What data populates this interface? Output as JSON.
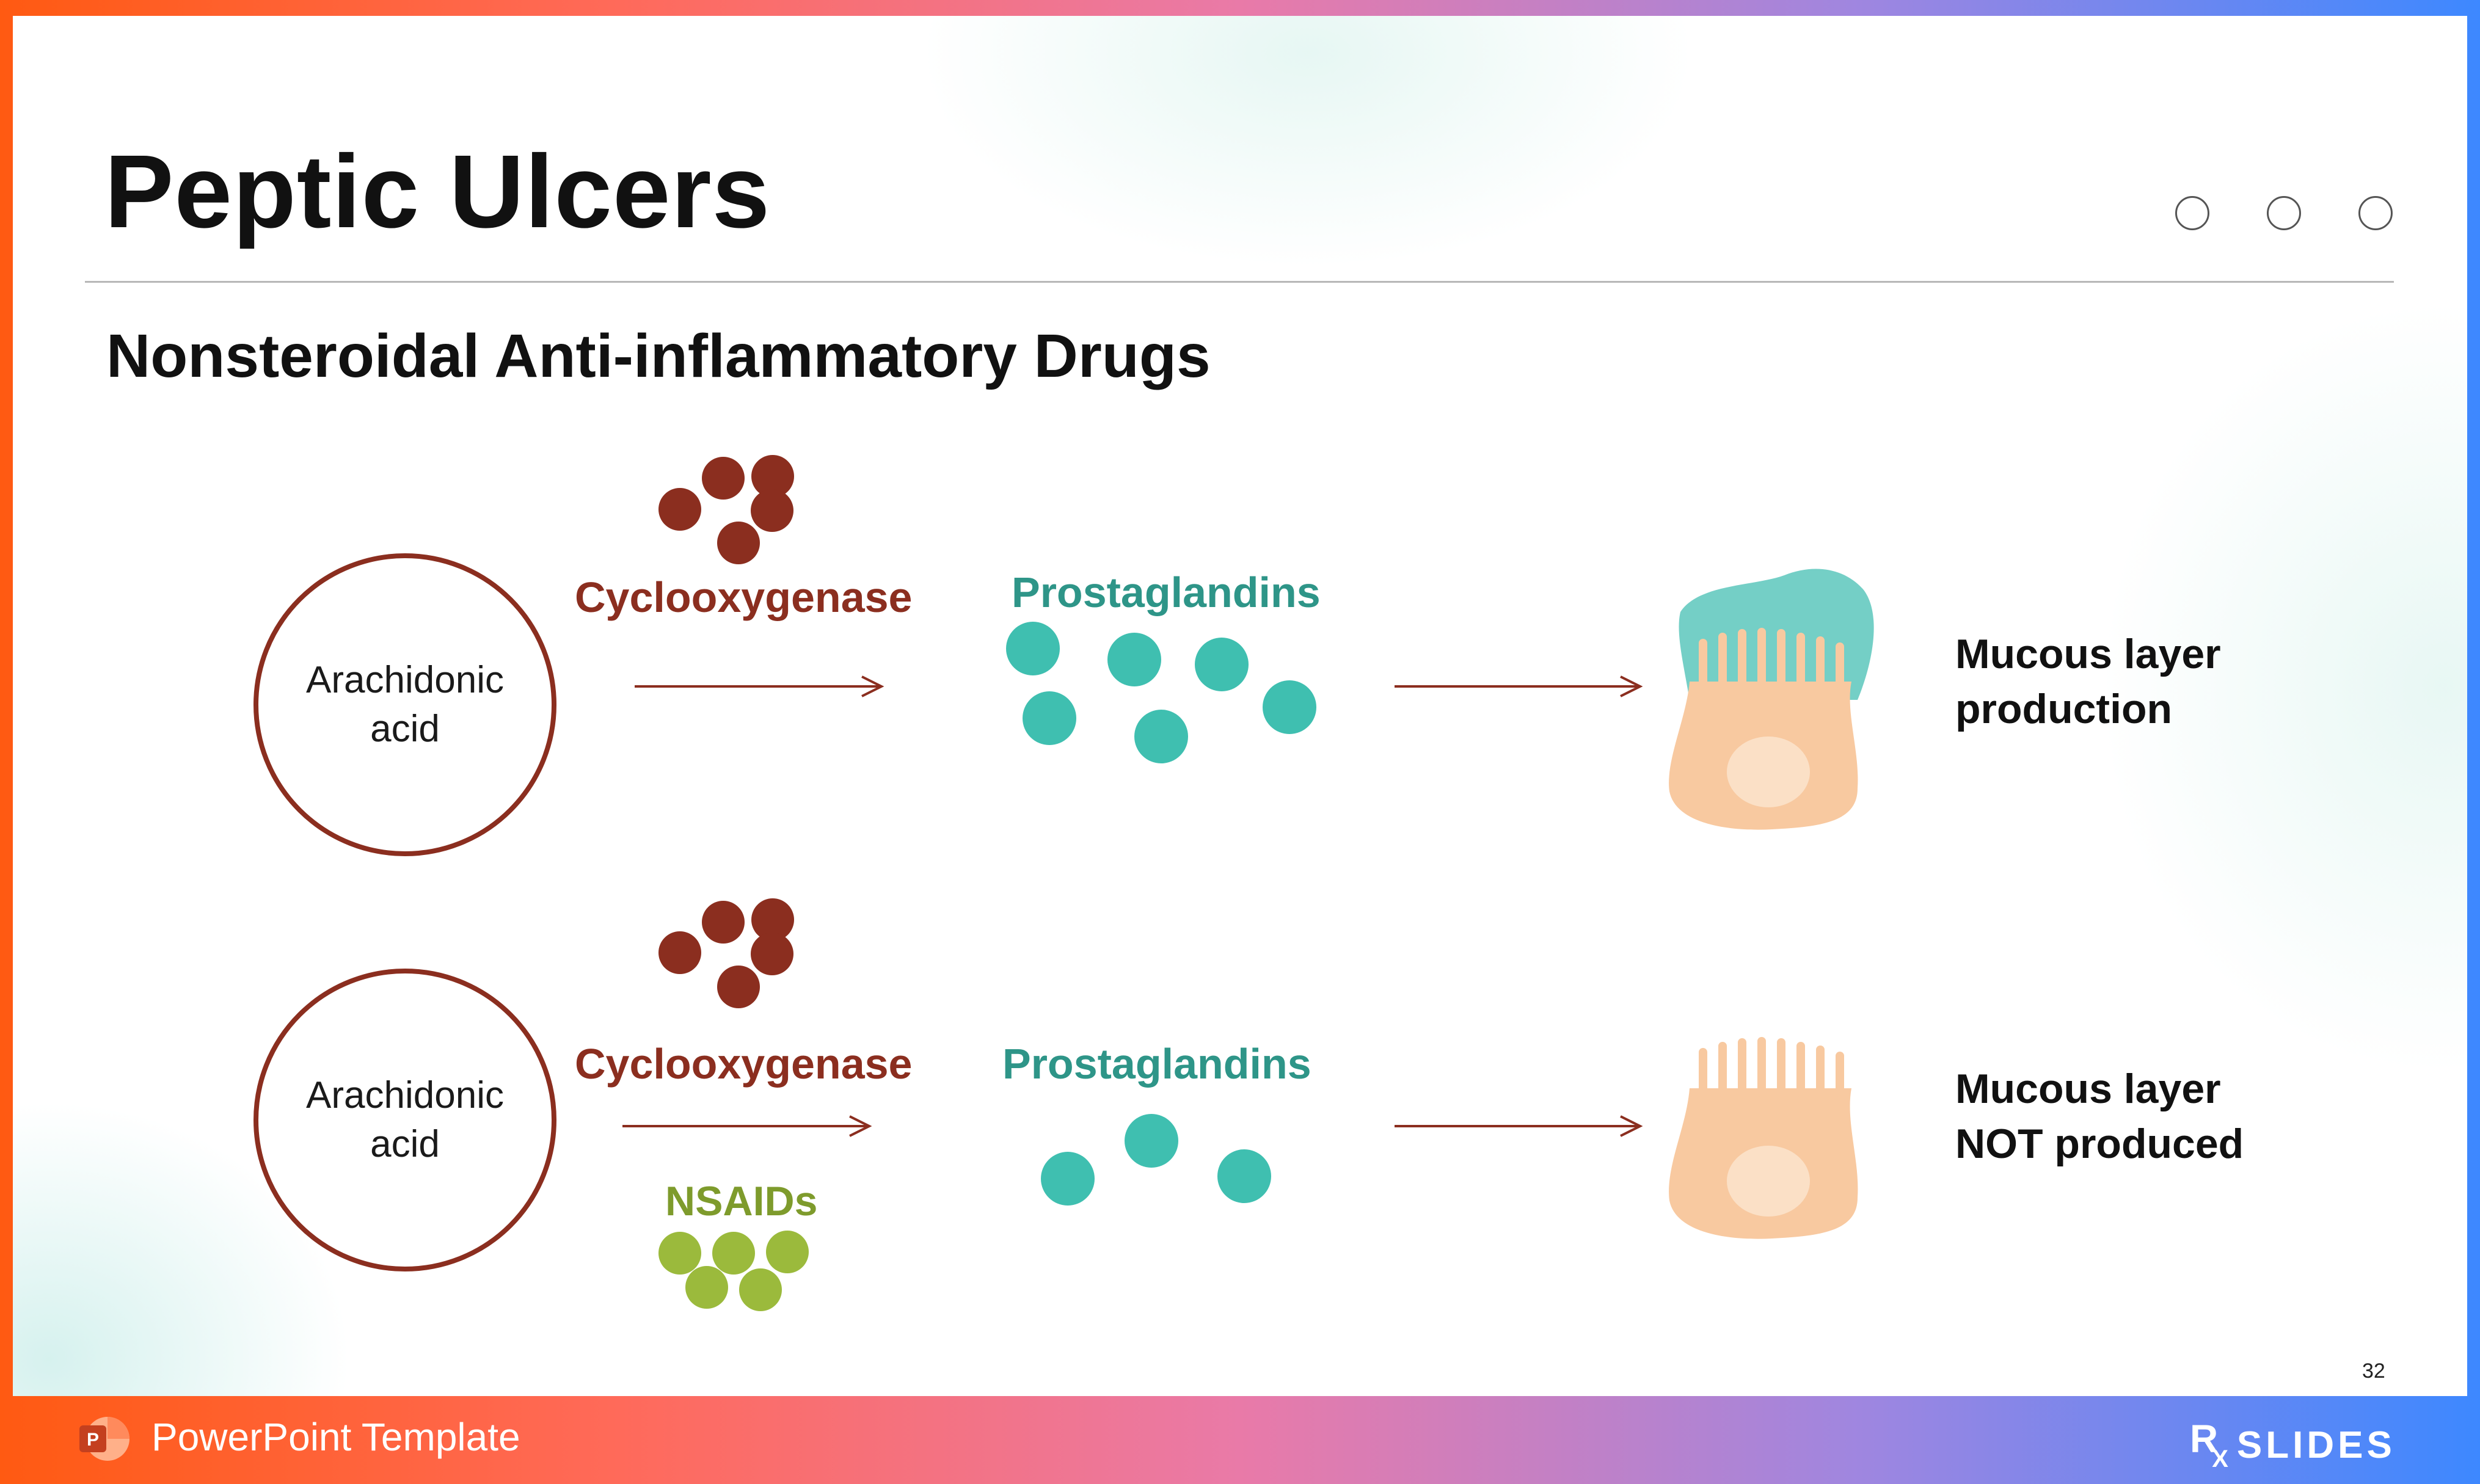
{
  "slide": {
    "title": "Peptic Ulcers",
    "subtitle": "Nonsteroidal Anti-inflammatory Drugs",
    "page_number": "32"
  },
  "nav_dots_count": 3,
  "colors": {
    "enzyme": "#8b2e1f",
    "prostaglandin": "#3fbfb0",
    "prostaglandin_text": "#2e9588",
    "nsaid": "#9bba3c",
    "nsaid_text": "#7e9b2c",
    "cell_body": "#f8c9a0",
    "cell_nucleus": "#fbe0c6",
    "mucus": "#74cfc6"
  },
  "diagram": {
    "top_row": {
      "substrate_line1": "Arachidonic",
      "substrate_line2": "acid",
      "enzyme_label": "Cyclooxygenase",
      "product_label": "Prostaglandins",
      "outcome_line1": "Mucous layer",
      "outcome_line2": "production"
    },
    "bottom_row": {
      "substrate_line1": "Arachidonic",
      "substrate_line2": "acid",
      "enzyme_label": "Cyclooxygenase",
      "inhibitor_label": "NSAIDs",
      "product_label": "Prostaglandins",
      "outcome_line1": "Mucous layer",
      "outcome_line2": "NOT produced"
    }
  },
  "footer": {
    "app_icon": "powerpoint-icon",
    "template_label": "PowerPoint Template",
    "brand_rx": "R",
    "brand_x": "X",
    "brand_name": "SLIDES"
  }
}
